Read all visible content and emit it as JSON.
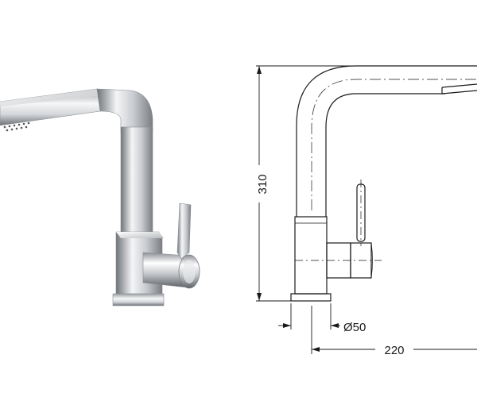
{
  "drawing": {
    "height_label": "310",
    "reach_label": "220",
    "base_diameter_label": "Ø50"
  },
  "photo": {
    "subject": "chrome-pull-out-kitchen-faucet"
  },
  "colors": {
    "line": "#1a1a1a",
    "chrome_dark": "#6f7378",
    "chrome_light": "#f4f5f6"
  }
}
